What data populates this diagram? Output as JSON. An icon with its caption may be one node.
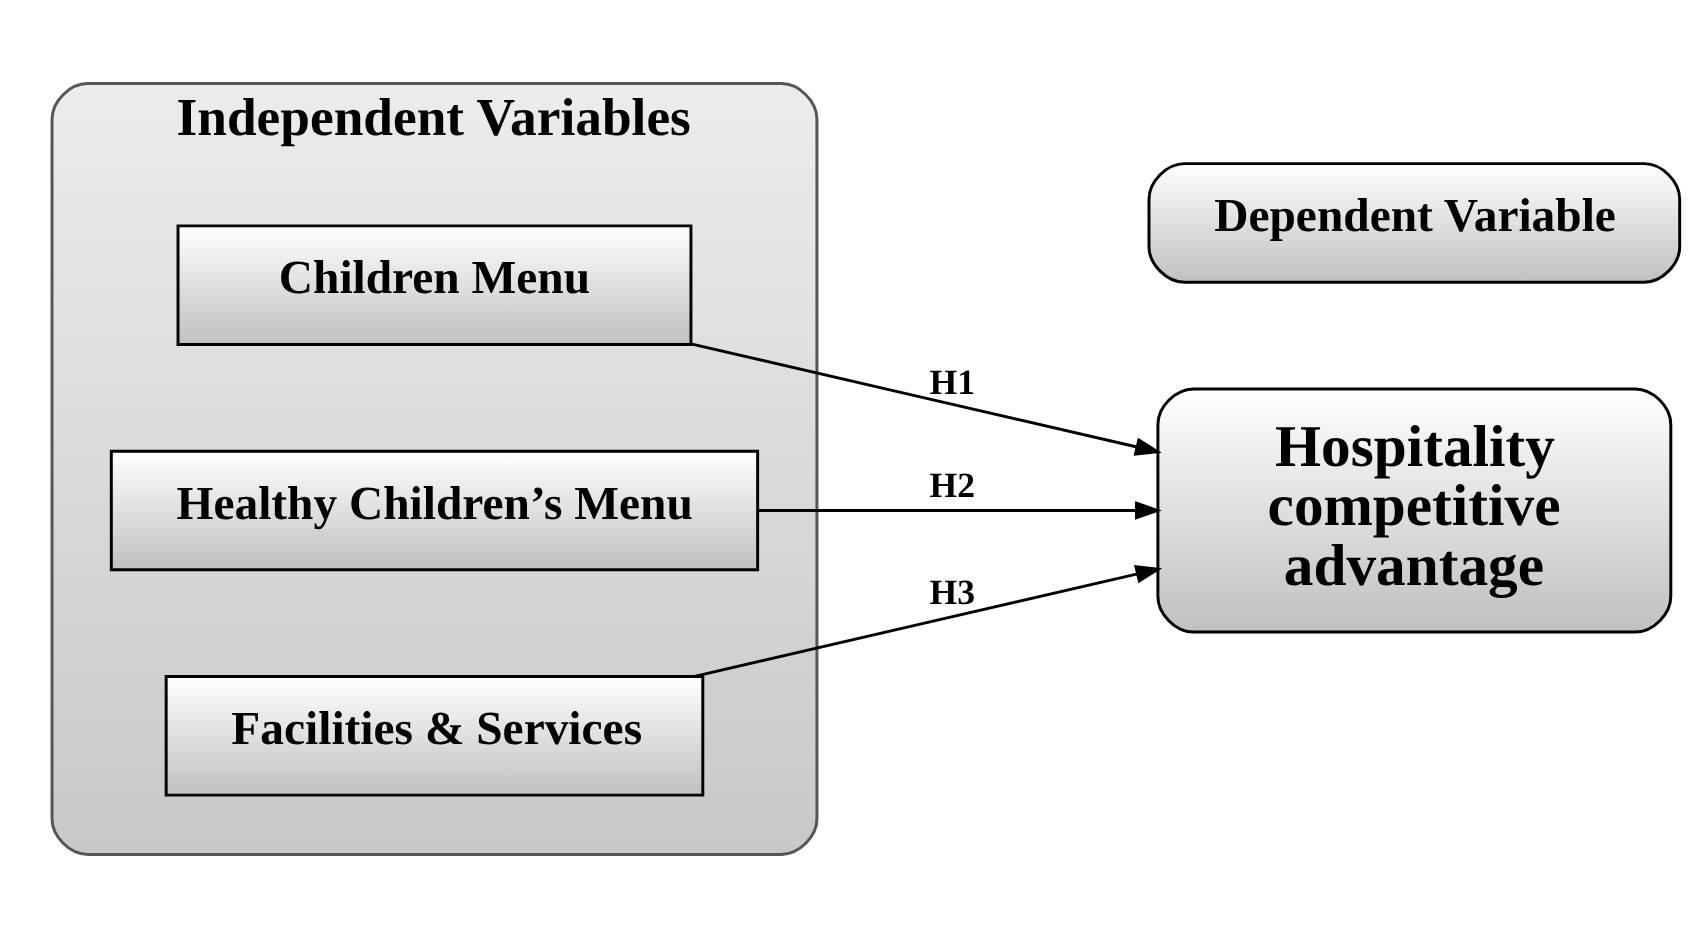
{
  "diagram": {
    "nodes": [
      {
        "text": [
          "Independent Variables"
        ]
      },
      {
        "text": [
          "Children Menu"
        ],
        "in": 0
      },
      {
        "text": [
          "Healthy Children’s Menu"
        ],
        "in": 0
      },
      {
        "text": [
          "Facilities & Services"
        ],
        "in": 0
      },
      {
        "text": [
          "Dependent Variable"
        ]
      },
      {
        "text": [
          "Hospitality competitive advantage"
        ]
      }
    ],
    "edges": [
      {
        "from": 1,
        "to": 5,
        "arrow": "to",
        "label": "H1"
      },
      {
        "from": 2,
        "to": 5,
        "arrow": "to",
        "label": "H2"
      },
      {
        "from": 3,
        "to": 5,
        "arrow": "to",
        "label": "H3"
      }
    ]
  }
}
